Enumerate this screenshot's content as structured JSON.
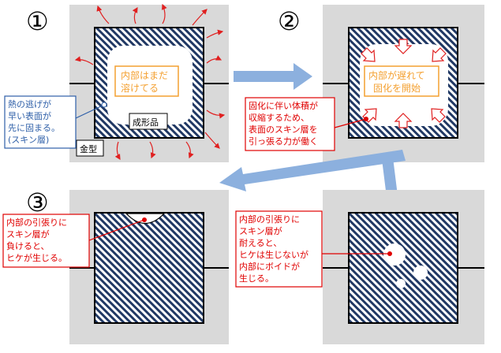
{
  "steps": {
    "s1": {
      "number": "①",
      "center_text": [
        "内部はまだ",
        "溶けてる"
      ],
      "callout": [
        "熱の逃げが",
        "早い表面が",
        "先に固まる。",
        "(スキン層)"
      ],
      "label_part": "成形品",
      "label_mold": "金型"
    },
    "s2": {
      "number": "②",
      "center_text": [
        "内部が遅れて",
        "固化を開始"
      ],
      "callout": [
        "固化に伴い体積が",
        "収縮するため、",
        "表面のスキン層を",
        "引っ張る力が働く"
      ]
    },
    "s3": {
      "number": "③",
      "callout": [
        "内部の引張りに",
        "スキン層が",
        "負けると、",
        "ヒケが生じる。"
      ]
    },
    "s4": {
      "callout": [
        "内部の引張りに",
        "スキン層が",
        "耐えると、",
        "ヒケは生じないが",
        "内部にボイドが",
        "生じる。"
      ]
    }
  },
  "colors": {
    "panel_bg": "#d9d9d9",
    "hatch_stripe": "#203864",
    "hatch_bg": "#ffffff",
    "orange": "#f4a030",
    "red": "#e00000",
    "blue_callout": "#2e5fa8",
    "arrow_blue": "#8cb0de",
    "heat_arrow": "#e02020"
  }
}
